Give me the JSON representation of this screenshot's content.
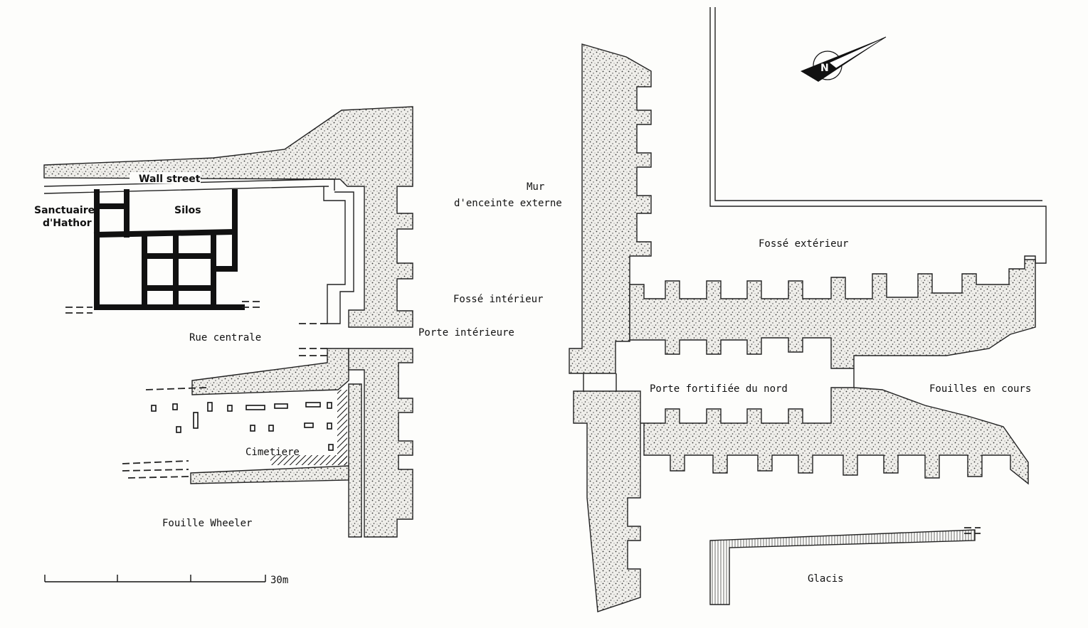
{
  "labels": {
    "wall_street": "Wall street",
    "sanctuaire_line1": "Sanctuaire",
    "sanctuaire_line2": "d'Hathor",
    "silos": "Silos",
    "rue_centrale": "Rue centrale",
    "cimetiere": "Cimetiere",
    "fouille_wheeler": "Fouille  Wheeler",
    "fosse_interieur": "Fossé intérieur",
    "porte_interieure": "Porte intérieure",
    "mur_line1": "Mur",
    "mur_line2": "d'enceinte  externe",
    "fosse_exterieur": "Fossé  extérieur",
    "porte_fortifiee": "Porte fortifiée du nord",
    "fouilles_en_cours": "Fouilles en  cours",
    "glacis": "Glacis"
  },
  "scale_bar": {
    "label": "30m"
  },
  "north_arrow": {
    "letter": "N"
  },
  "colors": {
    "ink": "#111111",
    "paper": "#fdfdfb"
  }
}
